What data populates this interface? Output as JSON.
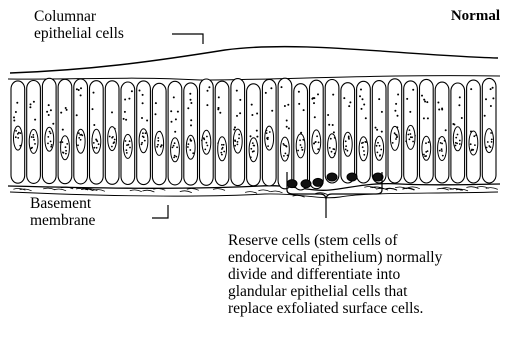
{
  "title": "Normal",
  "labels": {
    "columnar": [
      "Columnar",
      "epithelial cells"
    ],
    "basement": [
      "Basement",
      "membrane"
    ],
    "reserve": [
      "Reserve cells (stem cells of",
      "endocervical epithelium) normally",
      "divide and differentiate into",
      "glandular epithelial cells that",
      "replace exfoliated surface cells."
    ]
  }
}
